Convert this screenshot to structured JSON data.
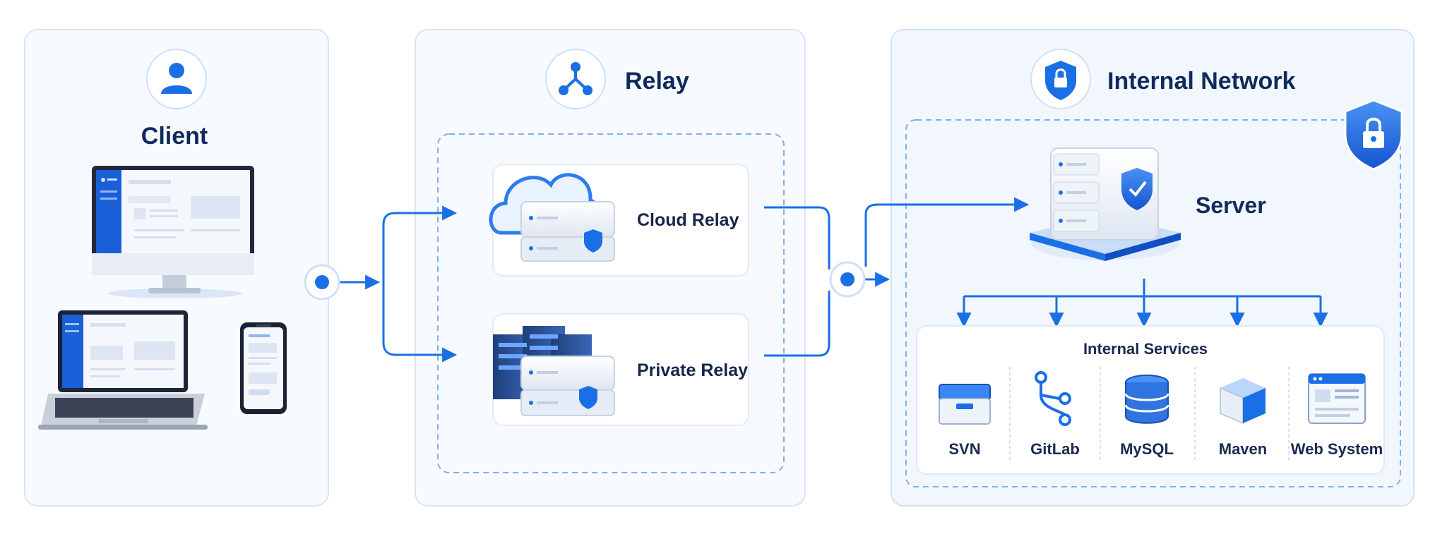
{
  "colors": {
    "accent": "#1a6fe6",
    "accent_dark": "#0f4fc2",
    "title": "#0f2a5c",
    "panel_bg": "#f5f9ff",
    "panel_border": "#d7e3f5"
  },
  "client": {
    "title": "Client"
  },
  "relay": {
    "title": "Relay",
    "nodes": [
      "Cloud Relay",
      "Private Relay"
    ]
  },
  "internal_network": {
    "title": "Internal Network",
    "server": "Server",
    "services_title": "Internal Services",
    "services": [
      {
        "label": "SVN",
        "icon": "archive-box-icon"
      },
      {
        "label": "GitLab",
        "icon": "git-branch-icon"
      },
      {
        "label": "MySQL",
        "icon": "database-icon"
      },
      {
        "label": "Maven",
        "icon": "package-cube-icon"
      },
      {
        "label": "Web System",
        "icon": "browser-window-icon"
      }
    ]
  }
}
